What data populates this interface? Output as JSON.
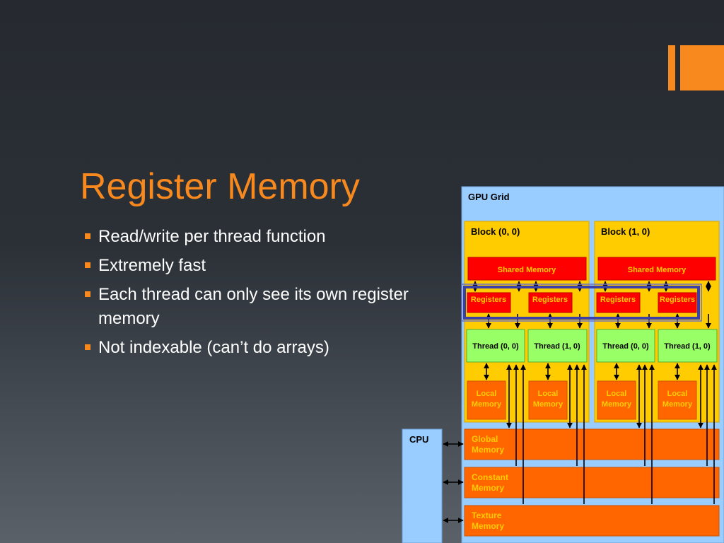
{
  "slide": {
    "title": "Register Memory",
    "bullets": [
      "Read/write per thread function",
      "Extremely fast",
      "Each thread can only see its own register memory",
      "Not indexable (can’t do arrays)"
    ]
  },
  "colors": {
    "accent": "#f7891f",
    "grid_bg": "#99ccff",
    "block_bg": "#ffcc00",
    "shared_memory": "#ff0000",
    "registers": "#ff0000",
    "thread": "#99ff66",
    "local_memory": "#ff6600",
    "device_memory": "#ff6600",
    "highlight": "#3b3fa8"
  },
  "diagram": {
    "grid_label": "GPU Grid",
    "cpu_label": "CPU",
    "blocks": [
      {
        "label": "Block (0, 0)",
        "shared_memory": "Shared Memory",
        "registers": [
          "Registers",
          "Registers"
        ],
        "threads": [
          "Thread (0, 0)",
          "Thread (1, 0)"
        ],
        "local_memory": [
          [
            "Local",
            "Memory"
          ],
          [
            "Local",
            "Memory"
          ]
        ]
      },
      {
        "label": "Block (1, 0)",
        "shared_memory": "Shared Memory",
        "registers": [
          "Registers",
          "Registers"
        ],
        "threads": [
          "Thread (0, 0)",
          "Thread (1, 0)"
        ],
        "local_memory": [
          [
            "Local",
            "Memory"
          ],
          [
            "Local",
            "Memory"
          ]
        ]
      }
    ],
    "device_memories": [
      [
        "Global",
        "Memory"
      ],
      [
        "Constant",
        "Memory"
      ],
      [
        "Texture",
        "Memory"
      ]
    ]
  }
}
